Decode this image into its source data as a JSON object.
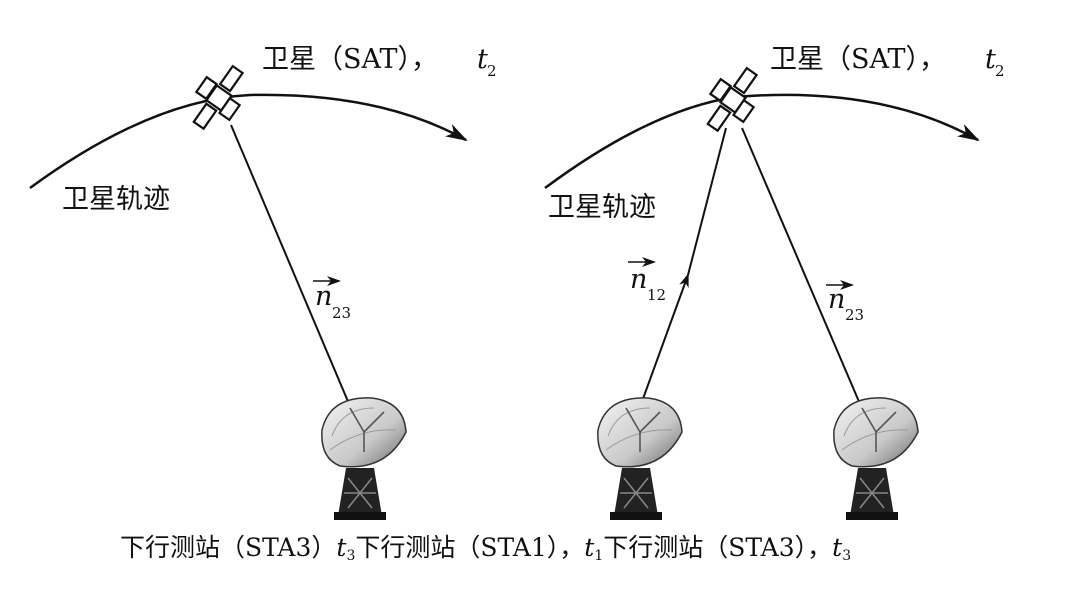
{
  "left_panel": {
    "satellite_label": "卫星（SAT），",
    "satellite_time": "t",
    "satellite_time_sub": "2",
    "orbit_label": "卫星轨迹",
    "vector_label": "n",
    "vector_sub": "23"
  },
  "right_panel": {
    "satellite_label": "卫星（SAT），",
    "satellite_time": "t",
    "satellite_time_sub": "2",
    "orbit_label": "卫星轨迹",
    "vector_uplink_label": "n",
    "vector_uplink_sub": "12",
    "vector_downlink_label": "n",
    "vector_downlink_sub": "23"
  },
  "stations": {
    "left": {
      "text": "下行测站（STA3）",
      "time": "t",
      "time_sub": "3"
    },
    "middle": {
      "text": "下行测站（STA1），",
      "time": "t",
      "time_sub": "1"
    },
    "right": {
      "text": "下行测站（STA3），",
      "time": "t",
      "time_sub": "3"
    }
  },
  "colors": {
    "ink": "#111111",
    "dish_light": "#e8e8e8",
    "dish_dark": "#555555"
  }
}
